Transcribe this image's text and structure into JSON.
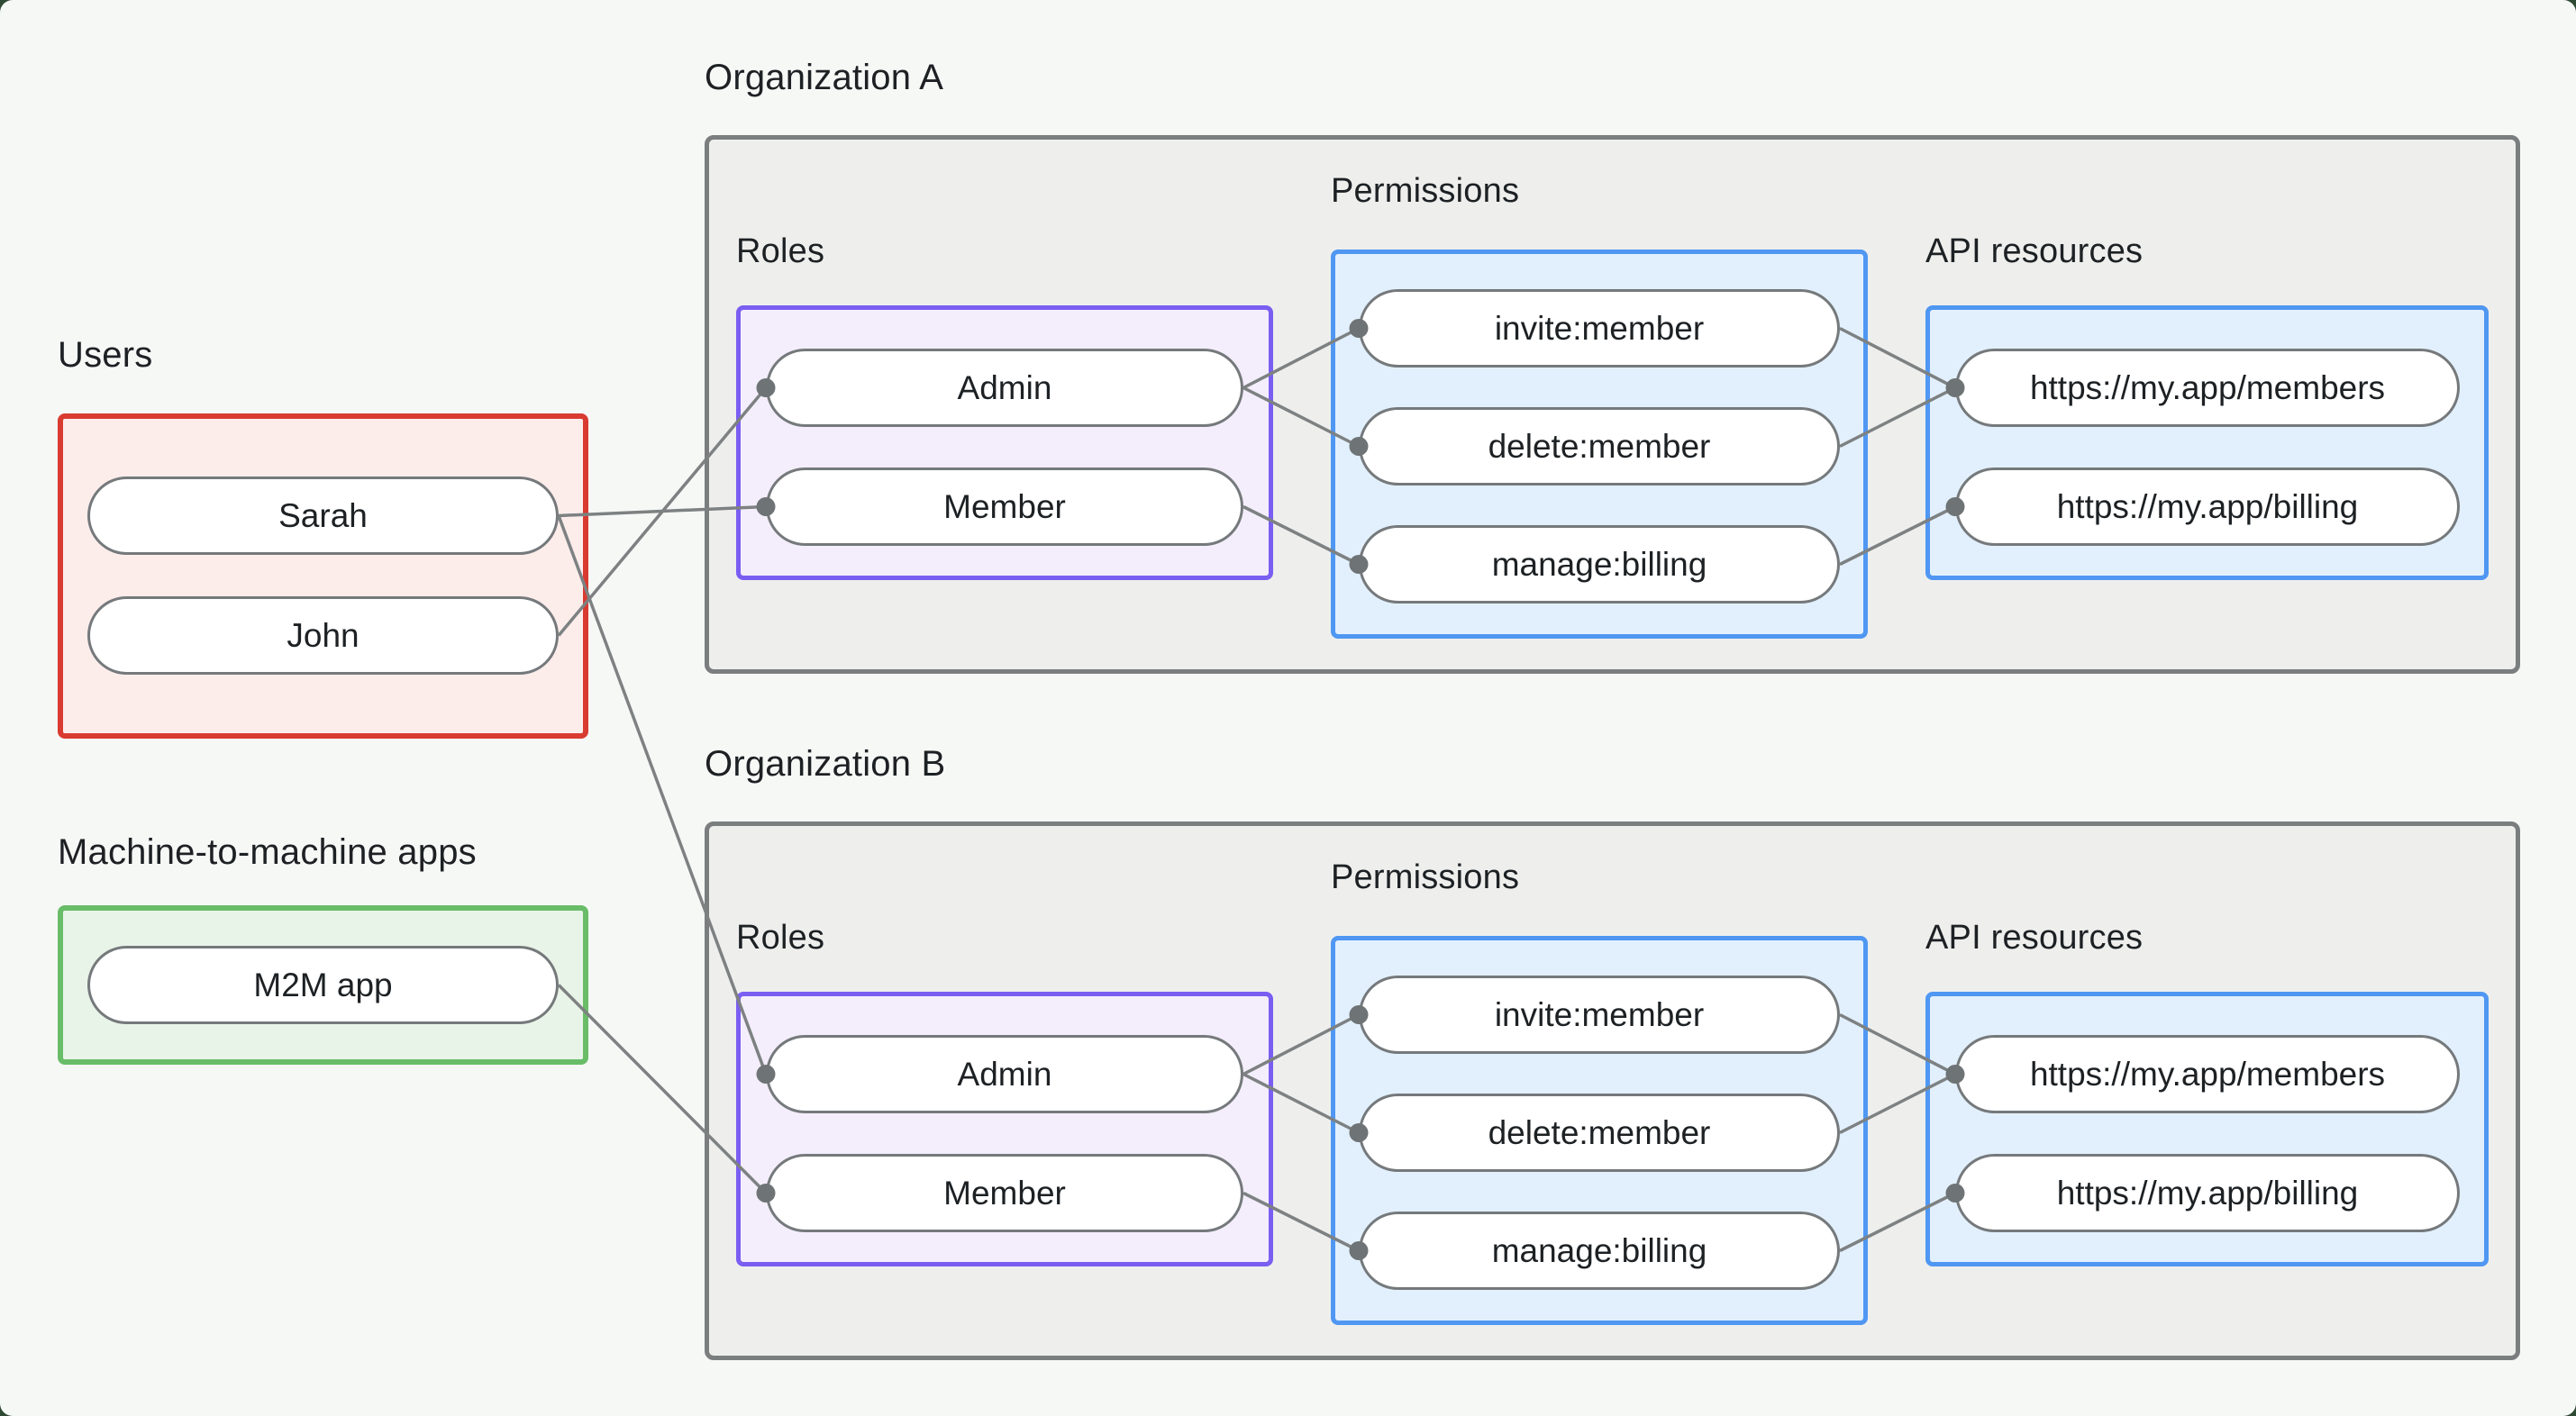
{
  "users": {
    "label": "Users",
    "items": [
      "Sarah",
      "John"
    ]
  },
  "m2m": {
    "label": "Machine-to-machine apps",
    "items": [
      "M2M app"
    ]
  },
  "orgs": [
    {
      "label": "Organization A",
      "roles_label": "Roles",
      "permissions_label": "Permissions",
      "api_label": "API resources",
      "roles": [
        "Admin",
        "Member"
      ],
      "permissions": [
        "invite:member",
        "delete:member",
        "manage:billing"
      ],
      "api_resources": [
        "https://my.app/members",
        "https://my.app/billing"
      ]
    },
    {
      "label": "Organization B",
      "roles_label": "Roles",
      "permissions_label": "Permissions",
      "api_label": "API resources",
      "roles": [
        "Admin",
        "Member"
      ],
      "permissions": [
        "invite:member",
        "delete:member",
        "manage:billing"
      ],
      "api_resources": [
        "https://my.app/members",
        "https://my.app/billing"
      ]
    }
  ],
  "edges": [
    {
      "from": "user-sarah",
      "to": "orgA-role-member"
    },
    {
      "from": "user-john",
      "to": "orgA-role-admin"
    },
    {
      "from": "user-sarah",
      "to": "orgB-role-admin"
    },
    {
      "from": "app-m2m",
      "to": "orgB-role-member"
    },
    {
      "from": "orgA-role-admin",
      "to": "orgA-perm-invite"
    },
    {
      "from": "orgA-role-admin",
      "to": "orgA-perm-delete"
    },
    {
      "from": "orgA-role-member",
      "to": "orgA-perm-manage"
    },
    {
      "from": "orgA-perm-invite",
      "to": "orgA-api-members"
    },
    {
      "from": "orgA-perm-delete",
      "to": "orgA-api-members"
    },
    {
      "from": "orgA-perm-manage",
      "to": "orgA-api-billing"
    },
    {
      "from": "orgB-role-admin",
      "to": "orgB-perm-invite"
    },
    {
      "from": "orgB-role-admin",
      "to": "orgB-perm-delete"
    },
    {
      "from": "orgB-role-member",
      "to": "orgB-perm-manage"
    },
    {
      "from": "orgB-perm-invite",
      "to": "orgB-api-members"
    },
    {
      "from": "orgB-perm-delete",
      "to": "orgB-api-members"
    },
    {
      "from": "orgB-perm-manage",
      "to": "orgB-api-billing"
    }
  ],
  "colors": {
    "users_border": "#d93b31",
    "users_fill": "#fcedeb",
    "m2m_border": "#69bd68",
    "m2m_fill": "#e9f4e8",
    "roles_border": "#7a5ef2",
    "roles_fill": "#f4eefc",
    "permissions_border": "#4f97f2",
    "permissions_fill": "#e2f0fd",
    "org_border": "#7a7e7f",
    "org_fill": "#eeefed",
    "edge": "#7d8182",
    "node_border": "#75797b"
  }
}
